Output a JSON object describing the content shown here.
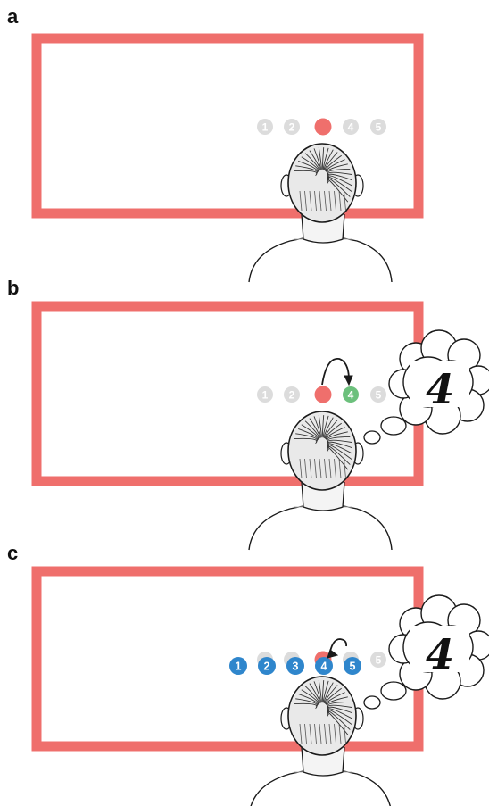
{
  "colors": {
    "frame": "#ef6f6c",
    "inactive_dot": "#dcdcdc",
    "current_dot": "#ef6f6c",
    "predicted_dot": "#6cc07c",
    "response_dot": "#2f86cc",
    "ink": "#1a1a1a"
  },
  "icons": {
    "observer": "person-back-of-head-icon",
    "thought_bubble": "thought-cloud-icon",
    "arrow": "curved-arrow-icon"
  },
  "panels": [
    {
      "label": "a",
      "dots": [
        {
          "label": "1",
          "state": "inactive"
        },
        {
          "label": "2",
          "state": "inactive"
        },
        {
          "label": "",
          "state": "current"
        },
        {
          "label": "4",
          "state": "inactive"
        },
        {
          "label": "5",
          "state": "inactive"
        }
      ],
      "thought": null,
      "response_dots": []
    },
    {
      "label": "b",
      "dots": [
        {
          "label": "1",
          "state": "inactive"
        },
        {
          "label": "2",
          "state": "inactive"
        },
        {
          "label": "",
          "state": "current"
        },
        {
          "label": "4",
          "state": "predicted"
        },
        {
          "label": "5",
          "state": "inactive"
        }
      ],
      "thought": "4",
      "response_dots": []
    },
    {
      "label": "c",
      "dots": [
        {
          "label": "",
          "state": "inactive"
        },
        {
          "label": "",
          "state": "inactive"
        },
        {
          "label": "",
          "state": "current"
        },
        {
          "label": "",
          "state": "inactive"
        },
        {
          "label": "5",
          "state": "inactive"
        }
      ],
      "thought": "4",
      "response_dots": [
        {
          "label": "1"
        },
        {
          "label": "2"
        },
        {
          "label": "3"
        },
        {
          "label": "4"
        },
        {
          "label": "5"
        }
      ]
    }
  ]
}
